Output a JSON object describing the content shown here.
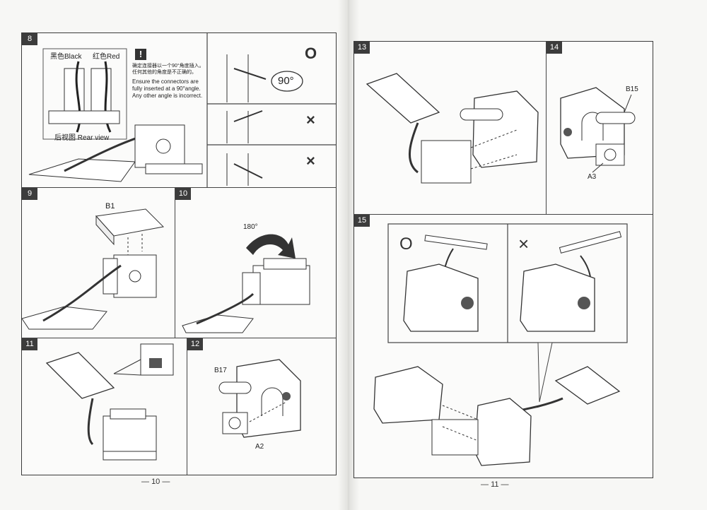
{
  "left_page": {
    "number": "10",
    "step8": {
      "label": "8",
      "black": "黑色Black",
      "red": "红色Red",
      "rear_view": "后视图 Rear view",
      "warn_cn_1": "确定连接器以一个90°角度插入。",
      "warn_cn_2": "任何其他的角度是不正确的。",
      "warn_en_1": "Ensure the connectors are",
      "warn_en_2": "fully inserted at a 90°angle.",
      "warn_en_3": "Any other angle is incorrect.",
      "angle": "90°",
      "correct": "O",
      "wrong": "×"
    },
    "step9": {
      "label": "9",
      "part": "B1"
    },
    "step10": {
      "label": "10",
      "rotate": "180°"
    },
    "step11": {
      "label": "11"
    },
    "step12": {
      "label": "12",
      "part1": "B17",
      "part2": "A2"
    }
  },
  "right_page": {
    "number": "11",
    "step13": {
      "label": "13"
    },
    "step14": {
      "label": "14",
      "part1": "B15",
      "part2": "A3"
    },
    "step15": {
      "label": "15",
      "correct": "O",
      "wrong": "×"
    }
  },
  "colors": {
    "ink": "#333333",
    "panel_bg": "#fbfbfa",
    "badge": "#3c3c3c"
  }
}
